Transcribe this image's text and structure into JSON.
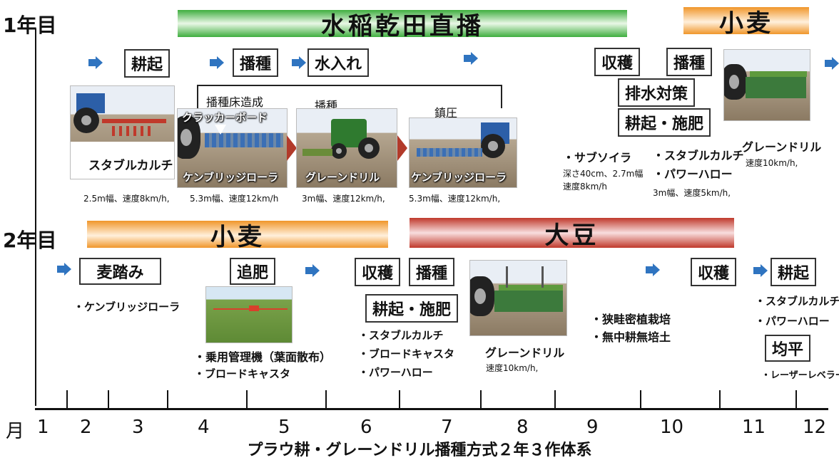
{
  "year1": "1年目",
  "year2": "2年目",
  "bands": {
    "y1_rice": "水稲乾田直播",
    "y1_wheat": "小麦",
    "y2_wheat": "小麦",
    "y2_soy": "大豆"
  },
  "y1_boxes": {
    "tillage": "耕起",
    "sowing": "播種",
    "flooding": "水入れ",
    "harvest": "収穫",
    "sowing2": "播種",
    "drainage": "排水対策",
    "till_fert": "耕起・施肥"
  },
  "y1_photos": {
    "stubble_label": "スタブルカルチ",
    "stubble_spec": "2.5m幅、速度8km/h,",
    "seedbed_prep": "播種床造成",
    "crackerboard": "クラッカーボード",
    "cambridge1": "ケンブリッジローラ",
    "cambridge1_spec": "5.3m幅、速度12km/h",
    "sowing_title": "播種",
    "grain_drill": "グレーンドリル",
    "grain_drill_spec": "3m幅、速度12km/h,",
    "rolling_title": "鎮圧",
    "cambridge2": "ケンブリッジローラ",
    "cambridge2_spec": "5.3m幅、速度12km/h,",
    "wheat_drill": "グレーンドリル",
    "wheat_drill_spec": "速度10km/h,"
  },
  "y1_notes": {
    "subsoiler": "・サブソイラ",
    "subsoiler_spec1": "深さ40cm、2.7m幅",
    "subsoiler_spec2": "速度8km/h",
    "stubble2": "・スタブルカルチ",
    "power_harrow": "・パワーハロー",
    "harrow_spec": "3m幅、速度5km/h,"
  },
  "y2_boxes": {
    "trampling": "麦踏み",
    "topdress": "追肥",
    "harvest": "収穫",
    "sowing": "播種",
    "till_fert": "耕起・施肥",
    "harvest2": "収穫",
    "tillage": "耕起",
    "leveling": "均平"
  },
  "y2_notes": {
    "cambridge": "・ケンブリッジローラ",
    "riding_machine": "・乗用管理機（葉面散布）",
    "broadcaster": "・ブロードキャスタ",
    "stubble": "・スタブルカルチ",
    "broadcaster2": "・ブロードキャスタ",
    "power_harrow": "・パワーハロー",
    "soy_drill": "グレーンドリル",
    "soy_drill_spec": "速度10km/h,",
    "narrow_row": "・狭畦密植栽培",
    "no_cultivation": "・無中耕無培土",
    "stubble2": "・スタブルカルチ",
    "power_harrow2": "・パワーハロー",
    "laser_leveler": "・レーザーレベラー"
  },
  "axis": {
    "month_label": "月",
    "months": [
      "1",
      "2",
      "3",
      "4",
      "5",
      "6",
      "7",
      "8",
      "9",
      "10",
      "11",
      "12"
    ]
  },
  "caption": "プラウ耕・グレーンドリル播種方式２年３作体系",
  "colors": {
    "arrow": "#2f74c0",
    "rice_band": "#3fae3f",
    "wheat_band": "#f0962a",
    "soy_band": "#c0392b"
  }
}
